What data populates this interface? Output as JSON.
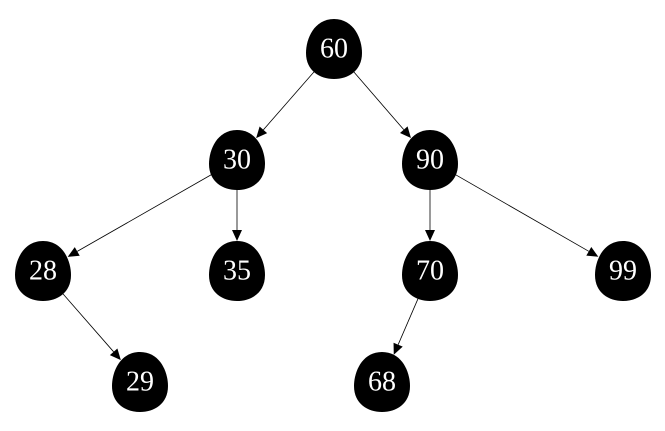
{
  "diagram": {
    "type": "binary-tree",
    "node_color": "#000000",
    "label_color": "#ffffff",
    "edge_color": "#000000",
    "nodes": [
      {
        "id": "n60",
        "label": "60"
      },
      {
        "id": "n30",
        "label": "30"
      },
      {
        "id": "n90",
        "label": "90"
      },
      {
        "id": "n28",
        "label": "28"
      },
      {
        "id": "n35",
        "label": "35"
      },
      {
        "id": "n70",
        "label": "70"
      },
      {
        "id": "n99",
        "label": "99"
      },
      {
        "id": "n29",
        "label": "29"
      },
      {
        "id": "n68",
        "label": "68"
      }
    ],
    "edges": [
      {
        "from": "n60",
        "to": "n30"
      },
      {
        "from": "n60",
        "to": "n90"
      },
      {
        "from": "n30",
        "to": "n28"
      },
      {
        "from": "n30",
        "to": "n35"
      },
      {
        "from": "n90",
        "to": "n70"
      },
      {
        "from": "n90",
        "to": "n99"
      },
      {
        "from": "n28",
        "to": "n29"
      },
      {
        "from": "n70",
        "to": "n68"
      }
    ]
  }
}
